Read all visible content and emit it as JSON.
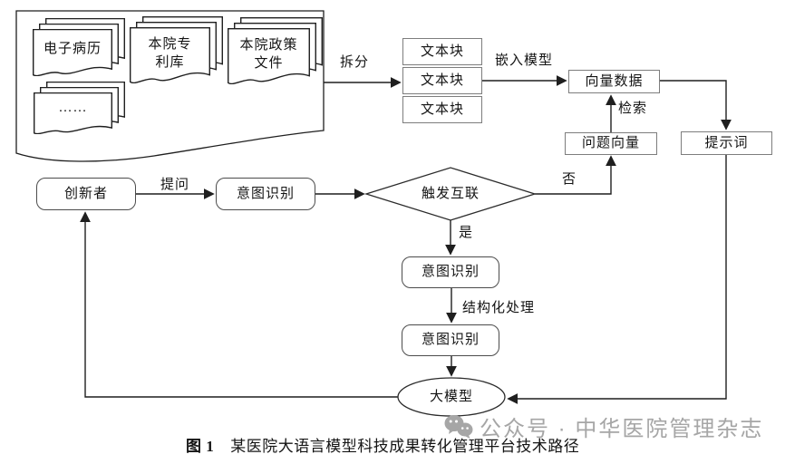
{
  "colors": {
    "line": "#1f1f1f",
    "rect_border": "#7d7d7d",
    "round_border": "#4c4c4c",
    "text": "#141414",
    "watermark_gray": "#a6a6a6"
  },
  "source_panel": {
    "stacks": [
      {
        "label": "电子病历"
      },
      {
        "label": "本院专\n利库"
      },
      {
        "label": "本院政策\n文件"
      },
      {
        "label": "……"
      }
    ]
  },
  "nodes": {
    "text_block_1": "文本块",
    "text_block_2": "文本块",
    "text_block_3": "文本块",
    "vector_data": "向量数据",
    "question_vector": "问题向量",
    "prompt": "提示词",
    "innovator": "创新者",
    "intent_top": "意图识别",
    "decision": "触发互联",
    "intent_mid": "意图识别",
    "intent_low": "意图识别",
    "big_model": "大模型"
  },
  "edge_labels": {
    "split": "拆分",
    "embed": "嵌入模型",
    "retrieve": "检索",
    "ask": "提问",
    "no": "否",
    "yes": "是",
    "structured": "结构化处理"
  },
  "caption": {
    "fig": "图 1",
    "title": "某医院大语言模型科技成果转化管理平台技术路径"
  },
  "watermark": {
    "label": "公众号 · 中华医院管理杂志",
    "icon": "wechat-icon"
  }
}
